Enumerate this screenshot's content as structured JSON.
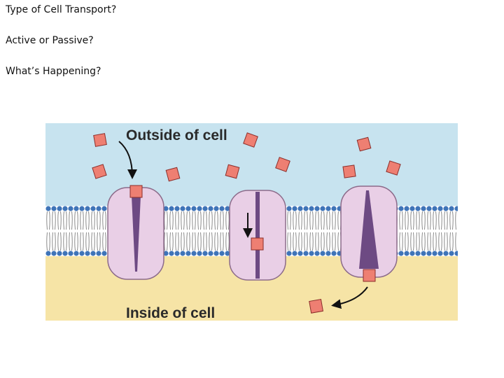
{
  "questions": {
    "q1": "Type of Cell Transport?",
    "q2": "Active or Passive?",
    "q3": "What’s Happening?"
  },
  "figure": {
    "outside_label": "Outside of cell",
    "inside_label": "Inside of cell",
    "colors": {
      "extracellular": "#c7e3ef",
      "cytoplasm": "#f6e4a6",
      "protein": "#e9cfe6",
      "protein_stroke": "#8c6b8a",
      "channel": "#6d4a83",
      "molecule": "#ee7f72",
      "phospholipid_head": "#3f74b8"
    }
  }
}
